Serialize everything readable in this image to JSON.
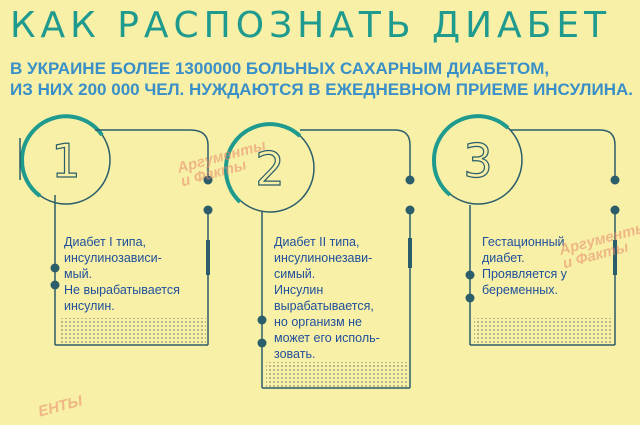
{
  "header": {
    "title": "КАК РАСПОЗНАТЬ ДИАБЕТ",
    "subtitle_line1": "В УКРАИНЕ БОЛЕЕ 1300000 БОЛЬНЫХ САХАРНЫМ ДИАБЕТОМ,",
    "subtitle_line2": "ИЗ НИХ 200 000 ЧЕЛ. НУЖДАЮТСЯ В ЕЖЕДНЕВНОМ ПРИЕМЕ ИНСУЛИНА."
  },
  "cards": [
    {
      "number": "1",
      "lines": [
        "Диабет I типа,",
        "инсулинозависи-",
        "мый.",
        "Не вырабатывается",
        "инсулин."
      ]
    },
    {
      "number": "2",
      "lines": [
        "Диабет II типа,",
        "инсулинонезави-",
        "симый.",
        "Инсулин",
        "вырабатывается,",
        "но организм не",
        "может его исполь-",
        "зовать."
      ]
    },
    {
      "number": "3",
      "lines": [
        "Гестационный",
        "диабет.",
        "Проявляется у",
        "беременных."
      ]
    }
  ],
  "watermarks": {
    "line1": "Аргументы",
    "line2": "и Факты",
    "bottom": "ЕНТЫ"
  },
  "colors": {
    "background": "#f7f0a6",
    "title": "#1f9a8e",
    "subtitle": "#3a8fc8",
    "text": "#1f4f9c",
    "lines": "#2b5d6a",
    "accent": "#1f9a8e"
  }
}
